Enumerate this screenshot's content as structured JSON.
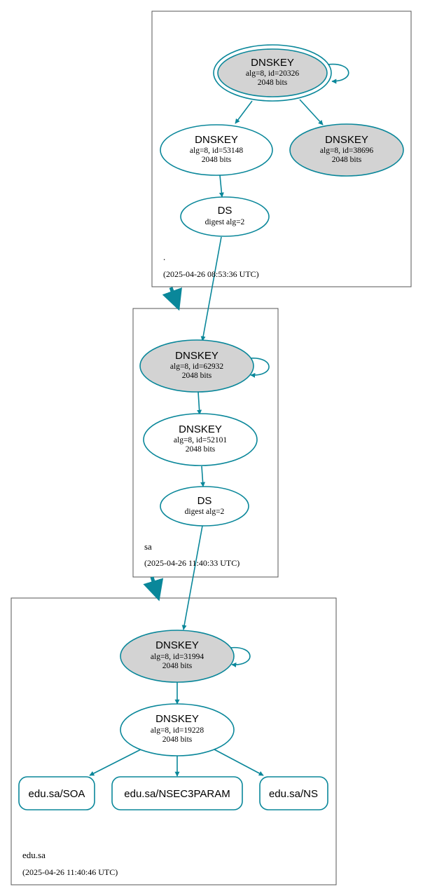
{
  "zones": {
    "root": {
      "name": ".",
      "timestamp": "(2025-04-26 08:53:36 UTC)"
    },
    "sa": {
      "name": "sa",
      "timestamp": "(2025-04-26 11:40:33 UTC)"
    },
    "edu_sa": {
      "name": "edu.sa",
      "timestamp": "(2025-04-26 11:40:46 UTC)"
    }
  },
  "nodes": {
    "root_ksk": {
      "type": "DNSKEY",
      "line1": "alg=8, id=20326",
      "line2": "2048 bits"
    },
    "root_zsk": {
      "type": "DNSKEY",
      "line1": "alg=8, id=53148",
      "line2": "2048 bits"
    },
    "root_key3": {
      "type": "DNSKEY",
      "line1": "alg=8, id=38696",
      "line2": "2048 bits"
    },
    "root_ds": {
      "type": "DS",
      "line1": "digest alg=2"
    },
    "sa_ksk": {
      "type": "DNSKEY",
      "line1": "alg=8, id=62932",
      "line2": "2048 bits"
    },
    "sa_zsk": {
      "type": "DNSKEY",
      "line1": "alg=8, id=52101",
      "line2": "2048 bits"
    },
    "sa_ds": {
      "type": "DS",
      "line1": "digest alg=2"
    },
    "edu_ksk": {
      "type": "DNSKEY",
      "line1": "alg=8, id=31994",
      "line2": "2048 bits"
    },
    "edu_zsk": {
      "type": "DNSKEY",
      "line1": "alg=8, id=19228",
      "line2": "2048 bits"
    }
  },
  "rrsets": {
    "soa": "edu.sa/SOA",
    "nsec3param": "edu.sa/NSEC3PARAM",
    "ns": "edu.sa/NS"
  },
  "colors": {
    "edge": "#0a879a",
    "secure_entry_fill": "#d3d3d3",
    "node_fill": "#ffffff",
    "zone_border": "#555555"
  }
}
